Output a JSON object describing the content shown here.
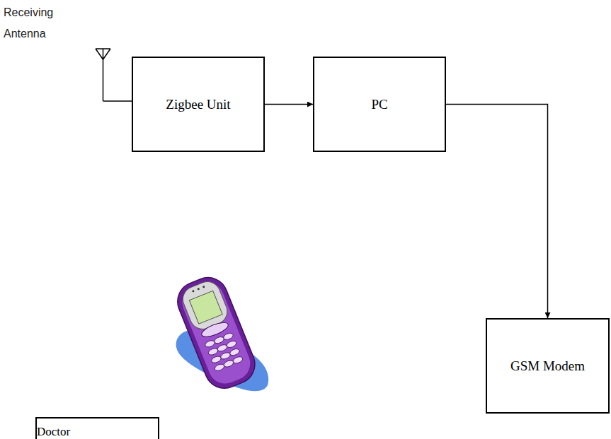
{
  "diagram": {
    "nodes": [
      {
        "text": [
          "Zigbee Unit"
        ]
      },
      {
        "text": [
          "PC"
        ]
      },
      {
        "text": [
          "GSM Modem"
        ]
      },
      {
        "text": [
          "Doctor"
        ]
      }
    ],
    "edges": [
      {
        "from": 0,
        "to": 1,
        "arrow": "to"
      },
      {
        "from": 1,
        "to": 2,
        "arrow": "to"
      }
    ],
    "labels": [
      "Receiving Antenna"
    ]
  }
}
